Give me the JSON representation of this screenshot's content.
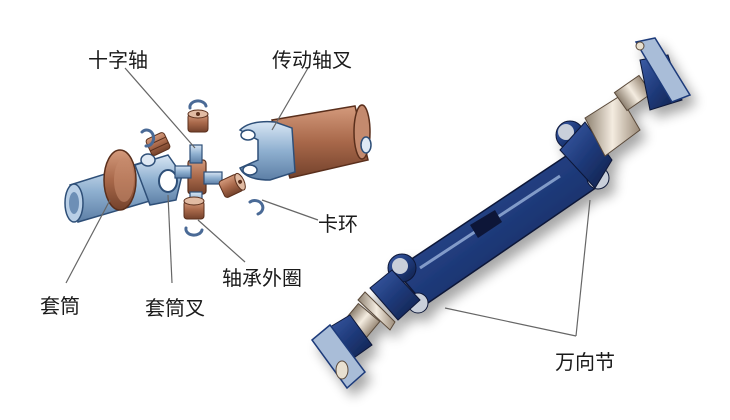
{
  "diagram": {
    "subject": "drive shaft universal joint exploded view",
    "labels": {
      "cross_shaft": "十字轴",
      "drive_shaft_yoke": "传动轴叉",
      "snap_ring": "卡环",
      "bearing_cup": "轴承外圈",
      "sleeve": "套筒",
      "sleeve_yoke": "套筒叉",
      "universal_joint": "万向节"
    },
    "colors": {
      "steel_blue": "#8fb0d0",
      "copper": "#a8684a",
      "shaft_navy": "#1f3a7a",
      "leader_line": "#666666",
      "text": "#1a1a1a"
    }
  }
}
